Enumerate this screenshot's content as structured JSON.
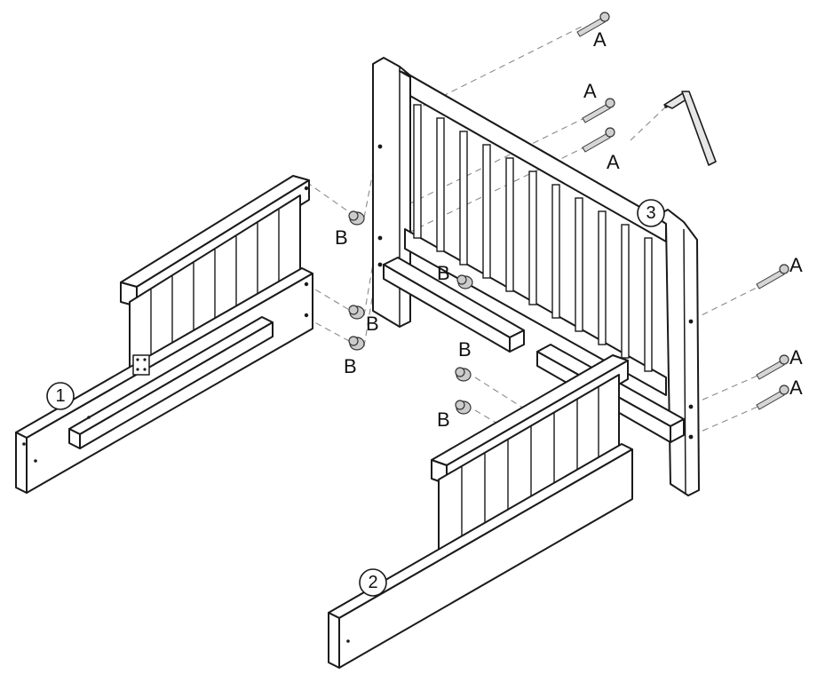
{
  "diagram": {
    "part_numbers": [
      "1",
      "2",
      "3"
    ],
    "hardware": {
      "bolt_label": "A",
      "barrel_nut_label": "B"
    },
    "bolt_labels": [
      "A",
      "A",
      "A",
      "A",
      "A",
      "A"
    ],
    "nut_labels": [
      "B",
      "B",
      "B",
      "B",
      "B",
      "B"
    ],
    "tool": "allen-key-icon"
  }
}
